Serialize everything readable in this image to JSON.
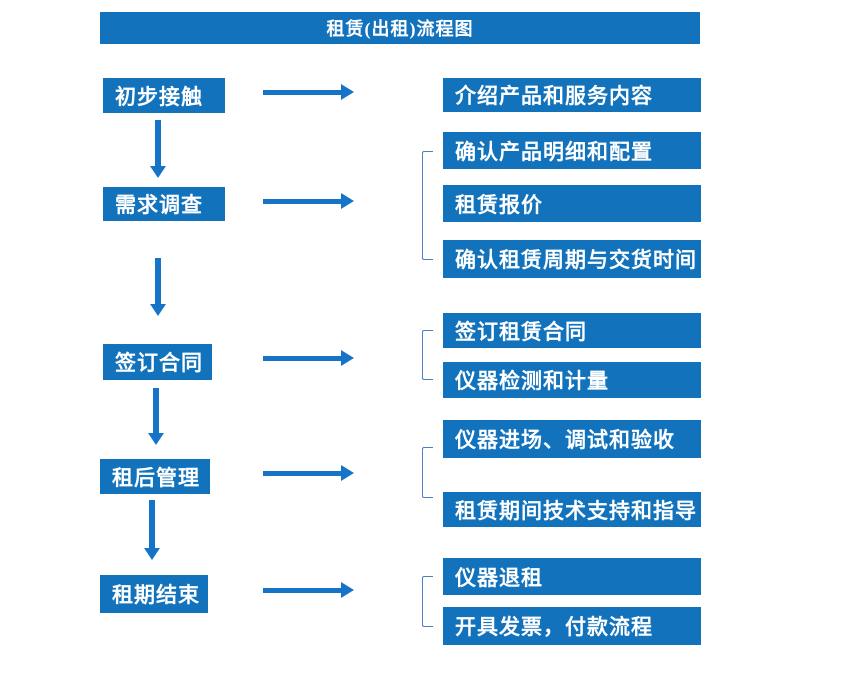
{
  "title": "租赁(出租)流程图",
  "colors": {
    "box_blue": "#1272BC",
    "arrow_blue": "#1574C8",
    "bracket_blue": "#4E80BE",
    "text_white": "#FFFFFF",
    "background": "#FFFFFF"
  },
  "stages": [
    {
      "label": "初步接触",
      "details": [
        "介绍产品和服务内容"
      ]
    },
    {
      "label": "需求调查",
      "details": [
        "确认产品明细和配置",
        "租赁报价",
        "确认租赁周期与交货时间"
      ]
    },
    {
      "label": "签订合同",
      "details": [
        "签订租赁合同",
        "仪器检测和计量"
      ]
    },
    {
      "label": "租后管理",
      "details": [
        "仪器进场、调试和验收",
        "租赁期间技术支持和指导"
      ]
    },
    {
      "label": "租期结束",
      "details": [
        "仪器退租",
        "开具发票，付款流程"
      ]
    }
  ]
}
